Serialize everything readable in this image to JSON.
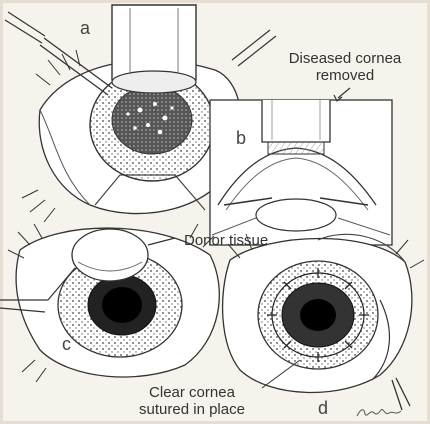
{
  "panels": {
    "a": {
      "letter": "a"
    },
    "b": {
      "letter": "b"
    },
    "c": {
      "letter": "c"
    },
    "d": {
      "letter": "d"
    }
  },
  "labels": {
    "diseased_line1": "Diseased cornea",
    "diseased_line2": "removed",
    "donor": "Donor tissue",
    "clear_line1": "Clear cornea",
    "clear_line2": "sutured in place"
  },
  "signature": "R. Krimm"
}
